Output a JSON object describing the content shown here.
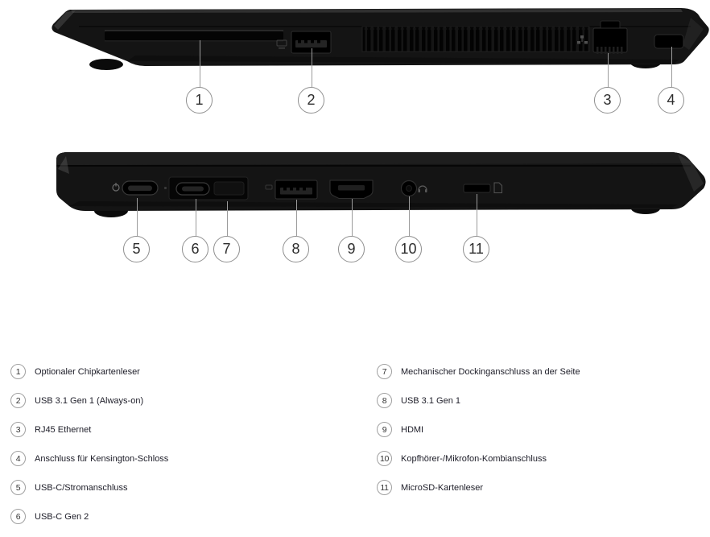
{
  "diagram": {
    "callouts": [
      {
        "number": "1"
      },
      {
        "number": "2"
      },
      {
        "number": "3"
      },
      {
        "number": "4"
      },
      {
        "number": "5"
      },
      {
        "number": "6"
      },
      {
        "number": "7"
      },
      {
        "number": "8"
      },
      {
        "number": "9"
      },
      {
        "number": "10"
      },
      {
        "number": "11"
      }
    ]
  },
  "legend": {
    "columns": [
      {
        "items": [
          {
            "number": "1",
            "label": "Optionaler Chipkartenleser"
          },
          {
            "number": "2",
            "label": "USB 3.1 Gen 1 (Always-on)"
          },
          {
            "number": "3",
            "label": "RJ45 Ethernet"
          },
          {
            "number": "4",
            "label": "Anschluss für Kensington-Schloss"
          },
          {
            "number": "5",
            "label": "USB-C/Stromanschluss"
          },
          {
            "number": "6",
            "label": "USB-C Gen 2"
          }
        ]
      },
      {
        "items": [
          {
            "number": "7",
            "label": "Mechanischer Dockinganschluss an der Seite"
          },
          {
            "number": "8",
            "label": "USB 3.1 Gen 1"
          },
          {
            "number": "9",
            "label": "HDMI"
          },
          {
            "number": "10",
            "label": "Kopfhörer-/Mikrofon-Kombianschluss"
          },
          {
            "number": "11",
            "label": "MicroSD-Kartenleser"
          }
        ]
      }
    ]
  },
  "icons": {
    "power-icon": "power symbol printed beside USB-C charging port",
    "headset-icon": "headset symbol printed beside audio combo jack",
    "network-icon": "network symbol printed beside RJ45 port",
    "usb-speed-icon": "SS-USB marking printed beside USB-A ports",
    "microsd-icon": "card symbol printed beside MicroSD slot"
  },
  "colors": {
    "background": "#ffffff",
    "laptop_body": "#141414",
    "port_recess": "#000000",
    "callout_border": "#8f8f8f",
    "leader_line": "#9b9b9b",
    "legend_text": "#1c1c27"
  }
}
